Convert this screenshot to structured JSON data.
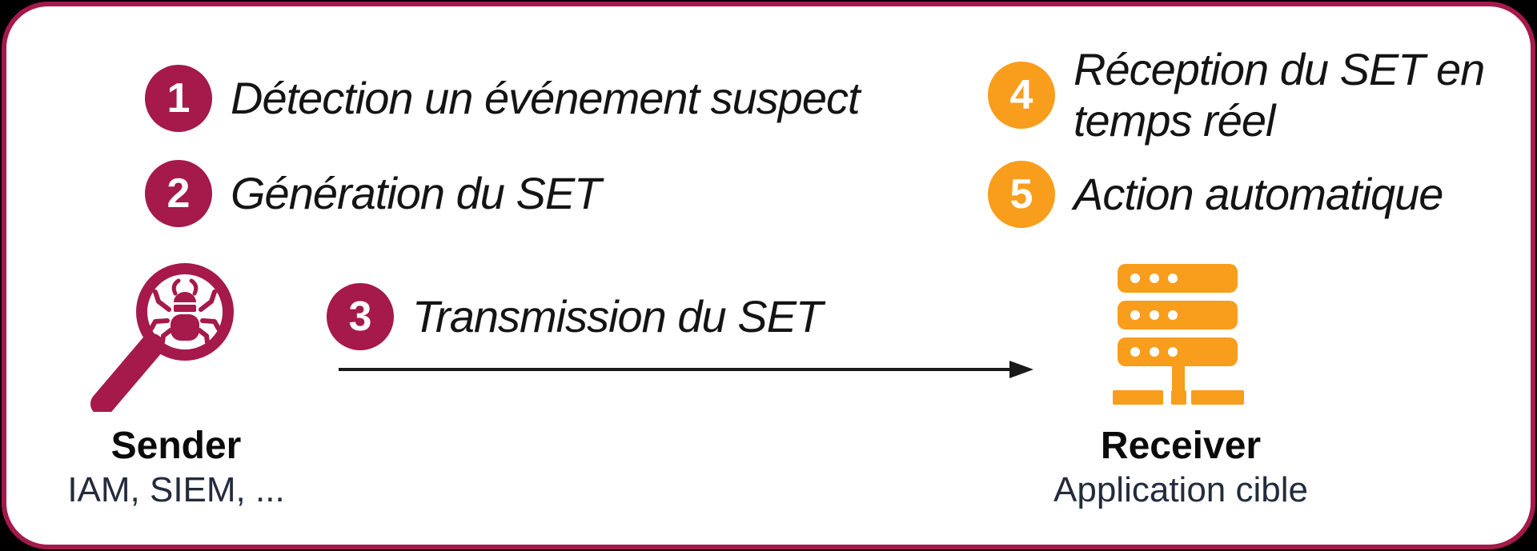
{
  "panel": {
    "outer_bg": "#000000",
    "bg": "#ffffff",
    "border_color": "#A5194B"
  },
  "colors": {
    "crimson": "#A5194B",
    "orange": "#F99D1C",
    "label": "#141414",
    "subtitle": "#232C3D",
    "arrow": "#1A1A1A"
  },
  "steps": [
    {
      "num": "1",
      "label": "Détection un événement suspect",
      "color": "crimson"
    },
    {
      "num": "2",
      "label": "Génération du SET",
      "color": "crimson"
    },
    {
      "num": "3",
      "label": "Transmission du SET",
      "color": "crimson"
    },
    {
      "num": "4",
      "label": "Réception du SET en temps réel",
      "color": "orange"
    },
    {
      "num": "5",
      "label": "Action automatique",
      "color": "orange"
    }
  ],
  "sender": {
    "title": "Sender",
    "subtitle": "IAM, SIEM, ...",
    "icon": "bug-magnifier-icon"
  },
  "receiver": {
    "title": "Receiver",
    "subtitle": "Application cible",
    "icon": "server-icon"
  },
  "arrow": {
    "direction": "left-to-right"
  }
}
